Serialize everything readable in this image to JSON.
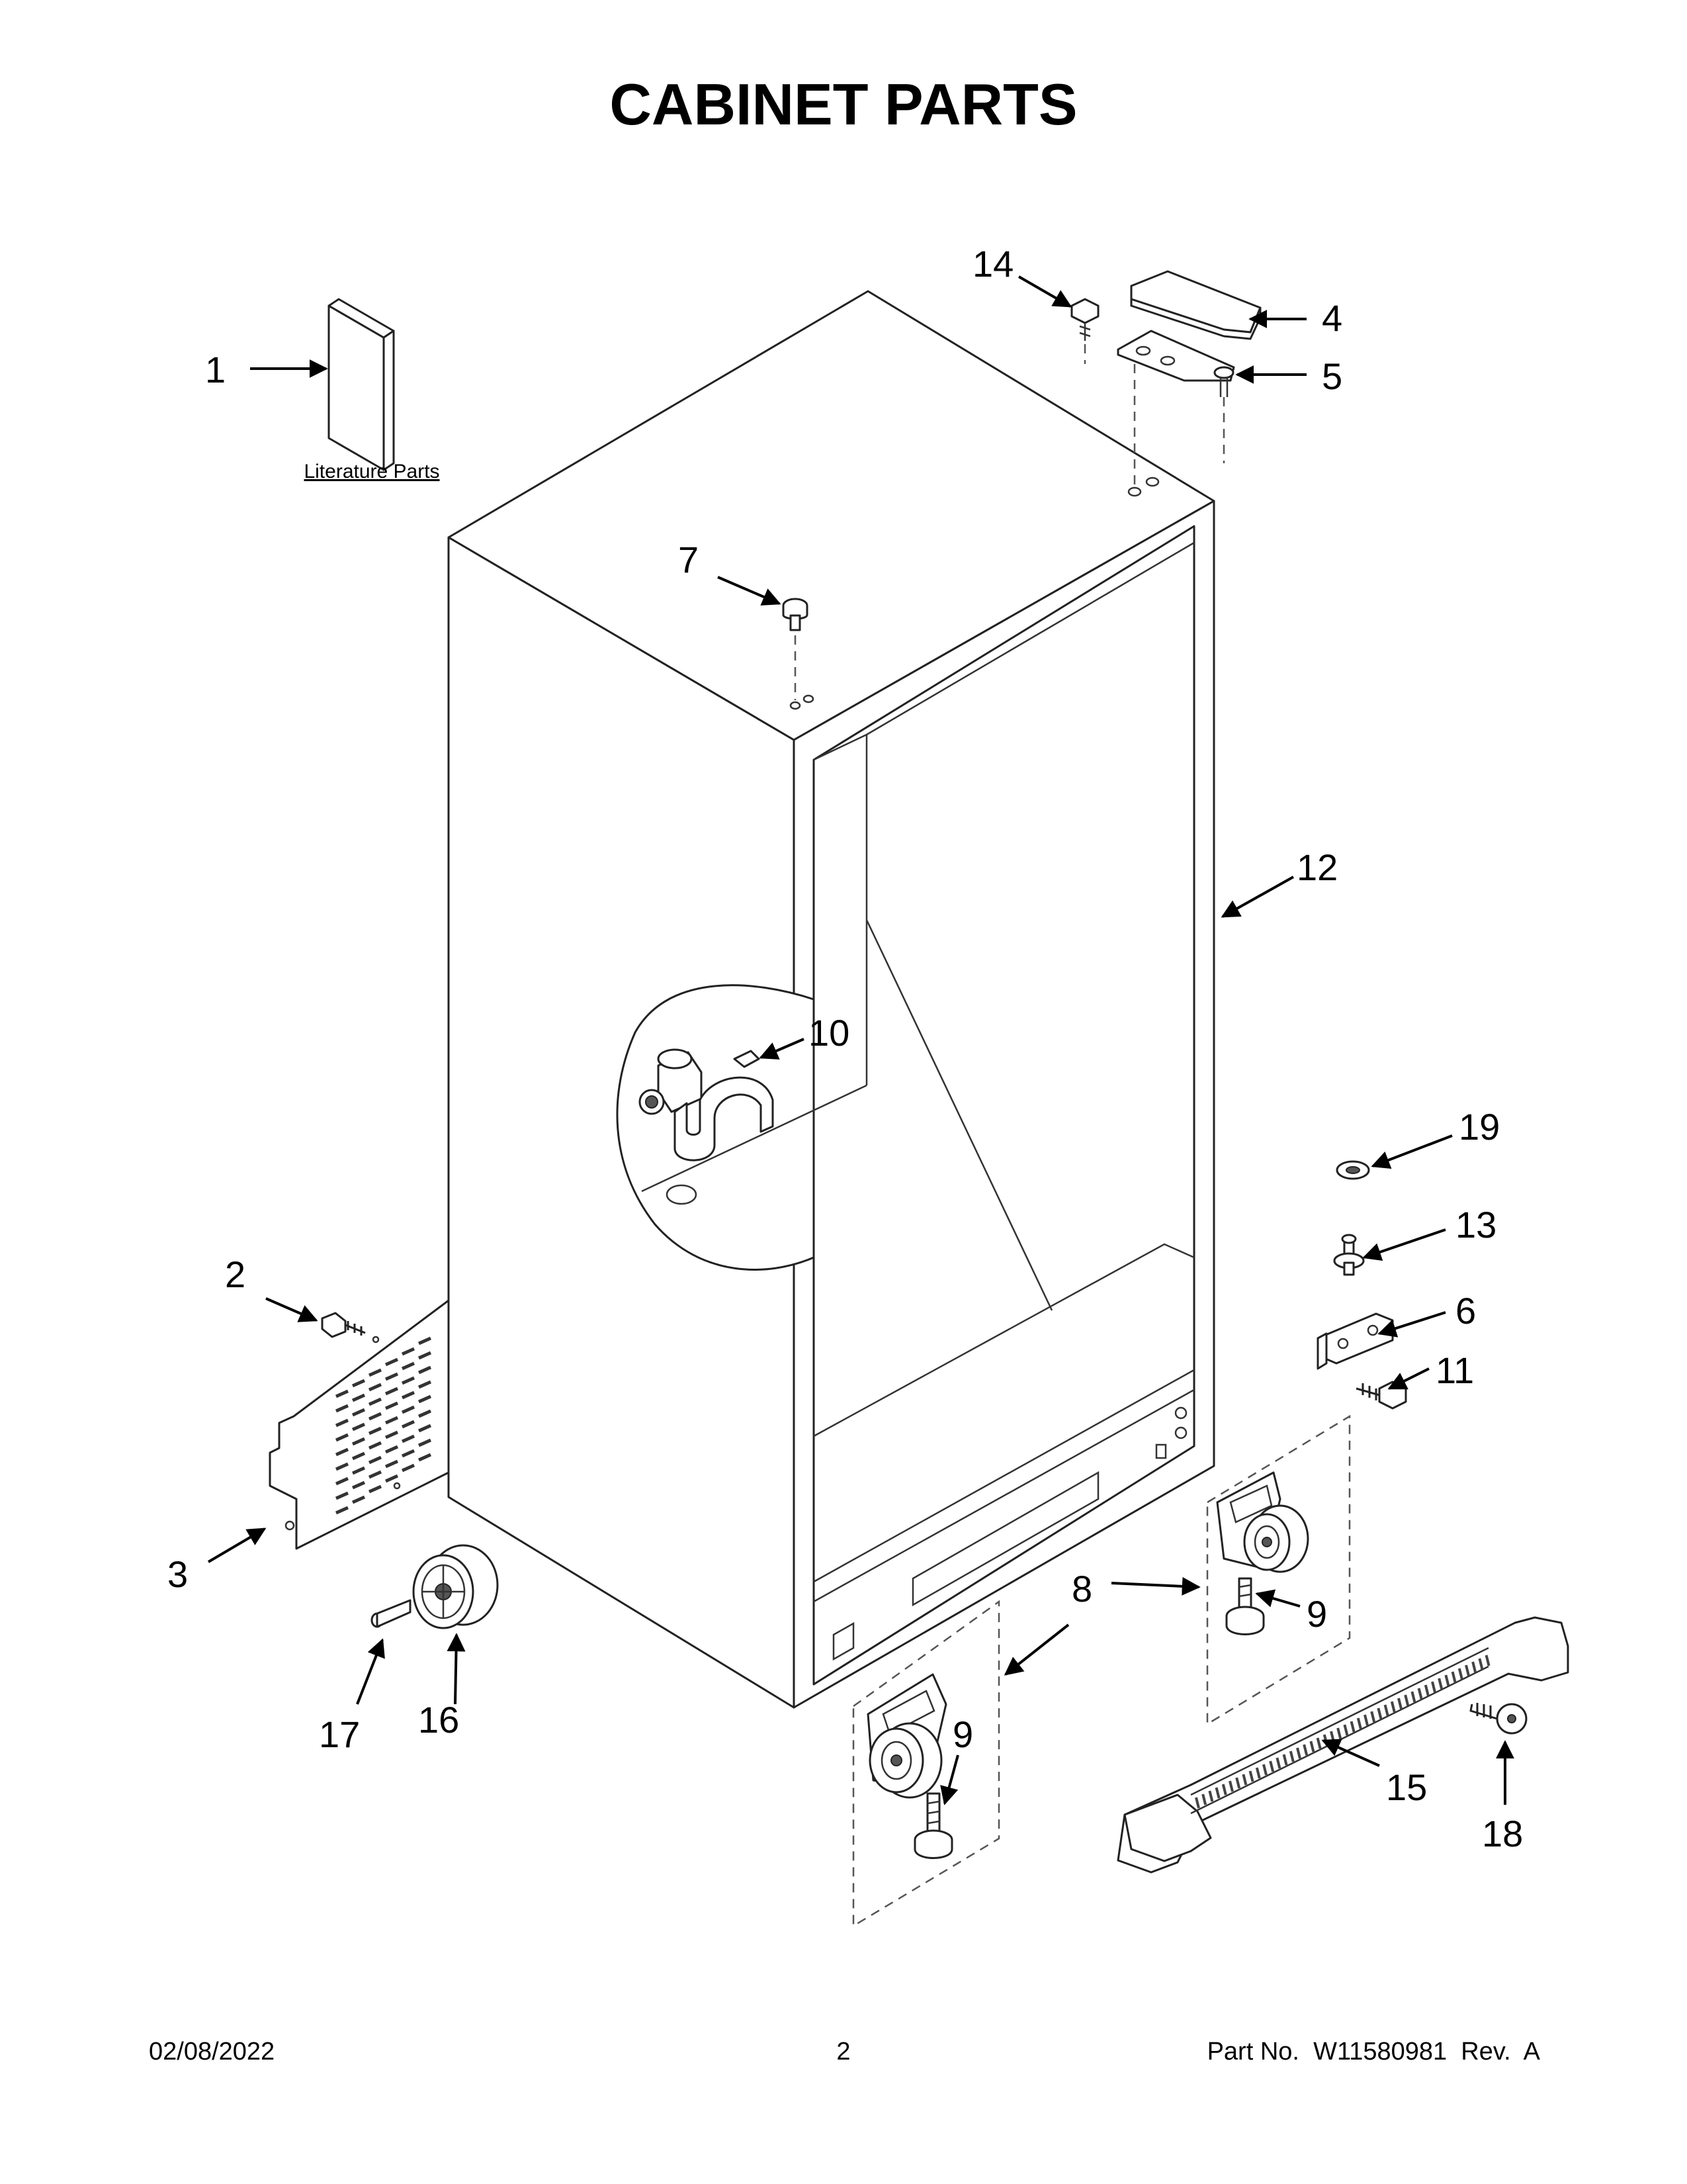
{
  "title": "CABINET PARTS",
  "literature_label": "Literature Parts",
  "callouts": {
    "c1": "1",
    "c2": "2",
    "c3": "3",
    "c4": "4",
    "c5": "5",
    "c6": "6",
    "c7": "7",
    "c8": "8",
    "c9a": "9",
    "c9b": "9",
    "c10": "10",
    "c11": "11",
    "c12": "12",
    "c13": "13",
    "c14": "14",
    "c15": "15",
    "c16": "16",
    "c17": "17",
    "c18": "18",
    "c19": "19"
  },
  "footer": {
    "date": "02/08/2022",
    "page": "2",
    "part_no": "Part No.  W11580981  Rev.  A"
  }
}
